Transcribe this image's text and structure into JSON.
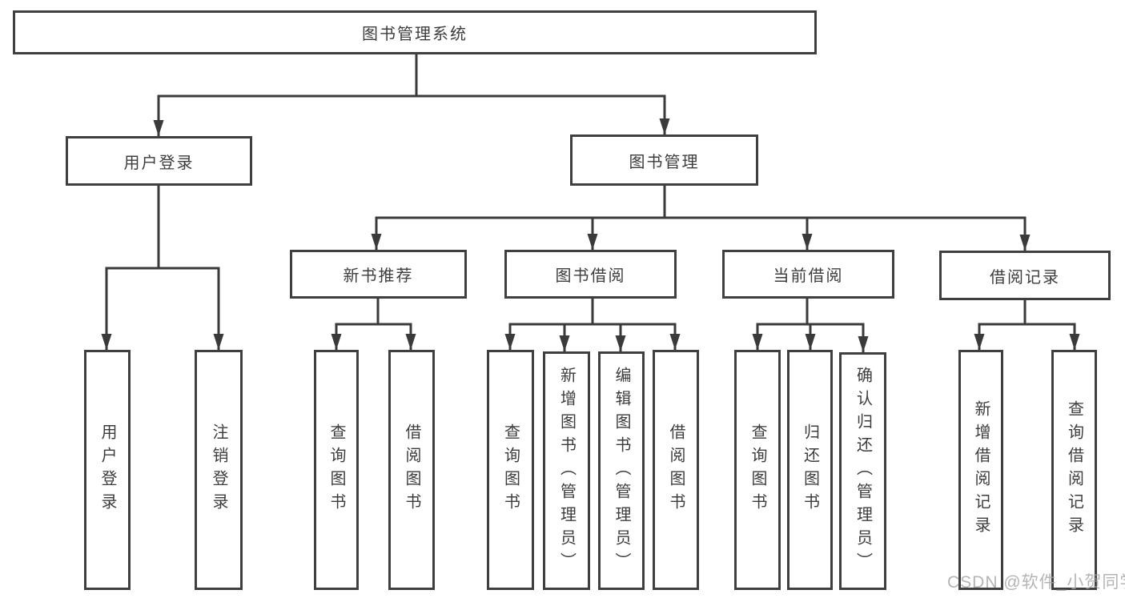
{
  "diagram": {
    "type": "hierarchy-tree",
    "line_color": "#3a3a3a",
    "border_color": "#3f3f3f",
    "text_color": "#3d3d3d",
    "background": "#ffffff",
    "nodes": {
      "root": {
        "label": "图书管理系统"
      },
      "user_login": {
        "label": "用户登录"
      },
      "book_mgmt": {
        "label": "图书管理"
      },
      "new_rec": {
        "label": "新书推荐"
      },
      "borrow": {
        "label": "图书借阅"
      },
      "current": {
        "label": "当前借阅"
      },
      "records": {
        "label": "借阅记录"
      },
      "ul_login": {
        "label": "用户登录"
      },
      "ul_logout": {
        "label": "注销登录"
      },
      "nr_query": {
        "label": "查询图书"
      },
      "nr_borrow": {
        "label": "借阅图书"
      },
      "bb_query": {
        "label": "查询图书"
      },
      "bb_add": {
        "label": "新增图书（管理员）"
      },
      "bb_edit": {
        "label": "编辑图书（管理员）"
      },
      "bb_borrow": {
        "label": "借阅图书"
      },
      "cb_query": {
        "label": "查询图书"
      },
      "cb_return": {
        "label": "归还图书"
      },
      "cb_confirm": {
        "label": "确认归还（管理员）"
      },
      "br_add": {
        "label": "新增借阅记录"
      },
      "br_query": {
        "label": "查询借阅记录"
      }
    },
    "structure": {
      "图书管理系统": {
        "用户登录": [
          "用户登录",
          "注销登录"
        ],
        "图书管理": {
          "新书推荐": [
            "查询图书",
            "借阅图书"
          ],
          "图书借阅": [
            "查询图书",
            "新增图书（管理员）",
            "编辑图书（管理员）",
            "借阅图书"
          ],
          "当前借阅": [
            "查询图书",
            "归还图书",
            "确认归还（管理员）"
          ],
          "借阅记录": [
            "新增借阅记录",
            "查询借阅记录"
          ]
        }
      }
    },
    "watermark": "CSDN @软件_小贺同学"
  }
}
